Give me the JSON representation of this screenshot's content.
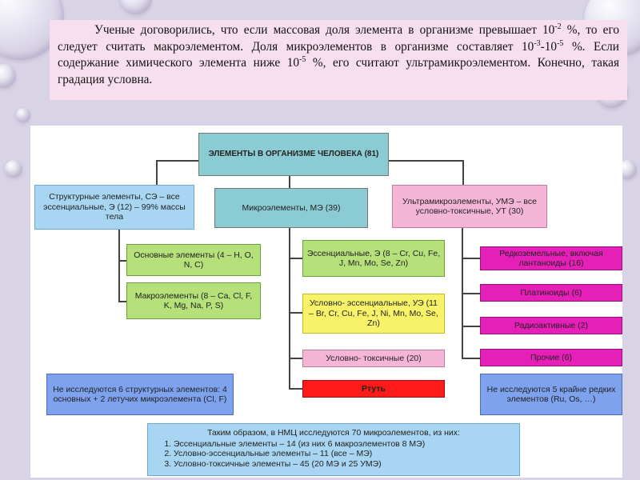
{
  "intro": {
    "line1": "Ученые договорились, что если массовая доля элемента в организме превышает 10",
    "exp1": "-2",
    "line2": " %, то его следует считать макроэлементом. Доля микроэлементов в организме составляет 10",
    "exp2": "-3",
    "line3": "-10",
    "exp3": "-5",
    "line4": " %. Если содержание химического элемента ниже 10",
    "exp4": "-5",
    "line5": " %, его считают ультрамикроэлементом. Конечно, такая градация условна."
  },
  "diagram": {
    "root": "ЭЛЕМЕНТЫ В ОРГАНИЗМЕ ЧЕЛОВЕКА (81)",
    "structural": "Структурные элементы, СЭ – все эссенциальные, Э (12) – 99% массы тела",
    "micro": "Микроэлементы, МЭ (39)",
    "ultra": "Ультрамикроэлементы, УМЭ – все условно-токсичные, УТ (30)",
    "basic": "Основные элементы (4 – H, O, N, C)",
    "macro": "Макроэлементы (8 – Ca, Cl, F, K, Mg, Na, P, S)",
    "essential": "Эссенциальные, Э (8 – Cr, Cu, Fe, J, Mn, Mo, Se, Zn)",
    "cond_essential": "Условно- эссенциальные, УЭ (11 – Br, Cr, Cu, Fe, J, Ni, Mn, Mo, Se, Zn)",
    "cond_toxic": "Условно- токсичные (20)",
    "mercury": "Ртуть",
    "rare_earth": "Редкоземельные, включая лантаноиды (16)",
    "platinoids": "Платиноиды (6)",
    "radioactive": "Радиоактивные (2)",
    "other": "Прочие (6)",
    "not_studied_left": "Не исследуются 6 структурных элементов: 4 основных + 2 летучих микроэлемента (Cl, F)",
    "not_studied_right": "Не исследуются 5 крайне редких элементов (Ru, Os, …)",
    "summary": {
      "title": "Таким образом, в НМЦ исследуются 70 микроэлементов, из них:",
      "items": [
        "Эссенциальные элементы – 14 (из них 6 макроэлементов 8 МЭ)",
        "Условно-эссенциальные элементы – 11 (все – МЭ)",
        "Условно-токсичные элементы – 45 (20 МЭ и 25 УМЭ)"
      ]
    }
  },
  "colors": {
    "slide_background": "#d9d3e6",
    "text_panel": "#f8dff0",
    "root_box": "#8bcbd3",
    "green_box": "#b5e07a",
    "yellow_box": "#f7f268",
    "pink_box": "#f5b5d7",
    "magenta_box": "#e61fb8",
    "red_box": "#ff1a1a",
    "blue_box": "#7fa2ee",
    "light_blue_box": "#a8d6f2"
  }
}
